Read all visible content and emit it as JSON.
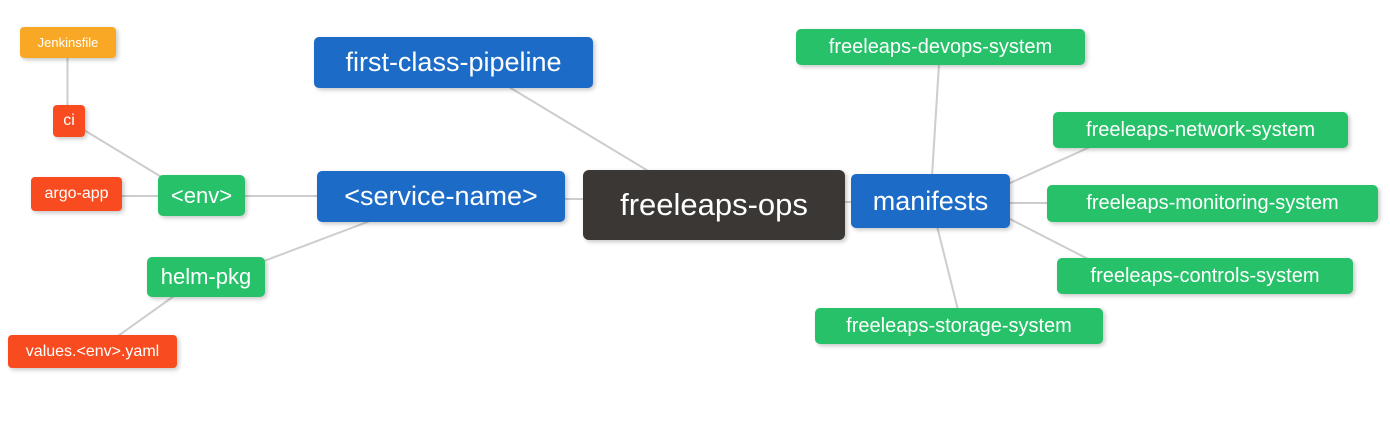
{
  "diagram": {
    "title": "freeleaps-ops mind map",
    "nodes": {
      "root": {
        "label": "freeleaps-ops",
        "level": 1
      },
      "first_class_pipeline": {
        "label": "first-class-pipeline",
        "level": 2
      },
      "service_name": {
        "label": "<service-name>",
        "level": 2
      },
      "manifests": {
        "label": "manifests",
        "level": 2
      },
      "env": {
        "label": "<env>",
        "level": 3
      },
      "helm_pkg": {
        "label": "helm-pkg",
        "level": 3
      },
      "devops_system": {
        "label": "freeleaps-devops-system",
        "level": 3
      },
      "network_system": {
        "label": "freeleaps-network-system",
        "level": 3
      },
      "monitoring_system": {
        "label": "freeleaps-monitoring-system",
        "level": 3
      },
      "controls_system": {
        "label": "freeleaps-controls-system",
        "level": 3
      },
      "storage_system": {
        "label": "freeleaps-storage-system",
        "level": 3
      },
      "ci": {
        "label": "ci",
        "level": 4
      },
      "argo_app": {
        "label": "argo-app",
        "level": 4
      },
      "values_yaml": {
        "label": "values.<env>.yaml",
        "level": 4
      },
      "jenkinsfile": {
        "label": "Jenkinsfile",
        "level": 5
      }
    },
    "edges": [
      {
        "from": "jenkinsfile",
        "to": "ci"
      },
      {
        "from": "ci",
        "to": "env"
      },
      {
        "from": "argo_app",
        "to": "env"
      },
      {
        "from": "env",
        "to": "service_name"
      },
      {
        "from": "helm_pkg",
        "to": "service_name"
      },
      {
        "from": "values_yaml",
        "to": "helm_pkg"
      },
      {
        "from": "first_class_pipeline",
        "to": "root"
      },
      {
        "from": "service_name",
        "to": "root"
      },
      {
        "from": "root",
        "to": "manifests"
      },
      {
        "from": "manifests",
        "to": "devops_system"
      },
      {
        "from": "manifests",
        "to": "network_system"
      },
      {
        "from": "manifests",
        "to": "monitoring_system"
      },
      {
        "from": "manifests",
        "to": "controls_system"
      },
      {
        "from": "manifests",
        "to": "storage_system"
      }
    ]
  },
  "colors": {
    "root_bg": "#3b3735",
    "branch_bg": "#1c6bc6",
    "leaf_bg": "#26c169",
    "accent_bg": "#f84b1f",
    "file_bg": "#f9a826",
    "edge": "#cdcdcd",
    "text": "#ffffff"
  }
}
